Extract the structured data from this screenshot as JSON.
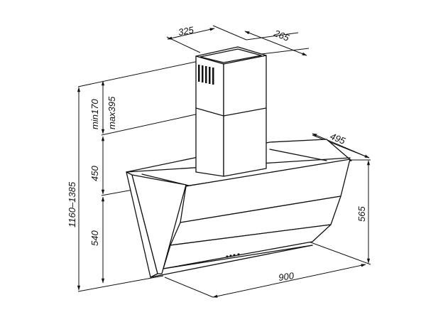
{
  "drawing": {
    "subject": "Angled chimney cooker hood dimensional drawing",
    "units": "mm",
    "dimensions": {
      "chimney_width": "325",
      "chimney_depth": "265",
      "hood_depth": "495",
      "hood_height": "565",
      "hood_width": "900",
      "total_height": "1160–1385",
      "chimney_upper_min": "min170",
      "chimney_upper_max": "max395",
      "chimney_lower": "450",
      "hood_vertical": "540"
    },
    "colors": {
      "line": "#111111",
      "background": "#ffffff"
    }
  }
}
